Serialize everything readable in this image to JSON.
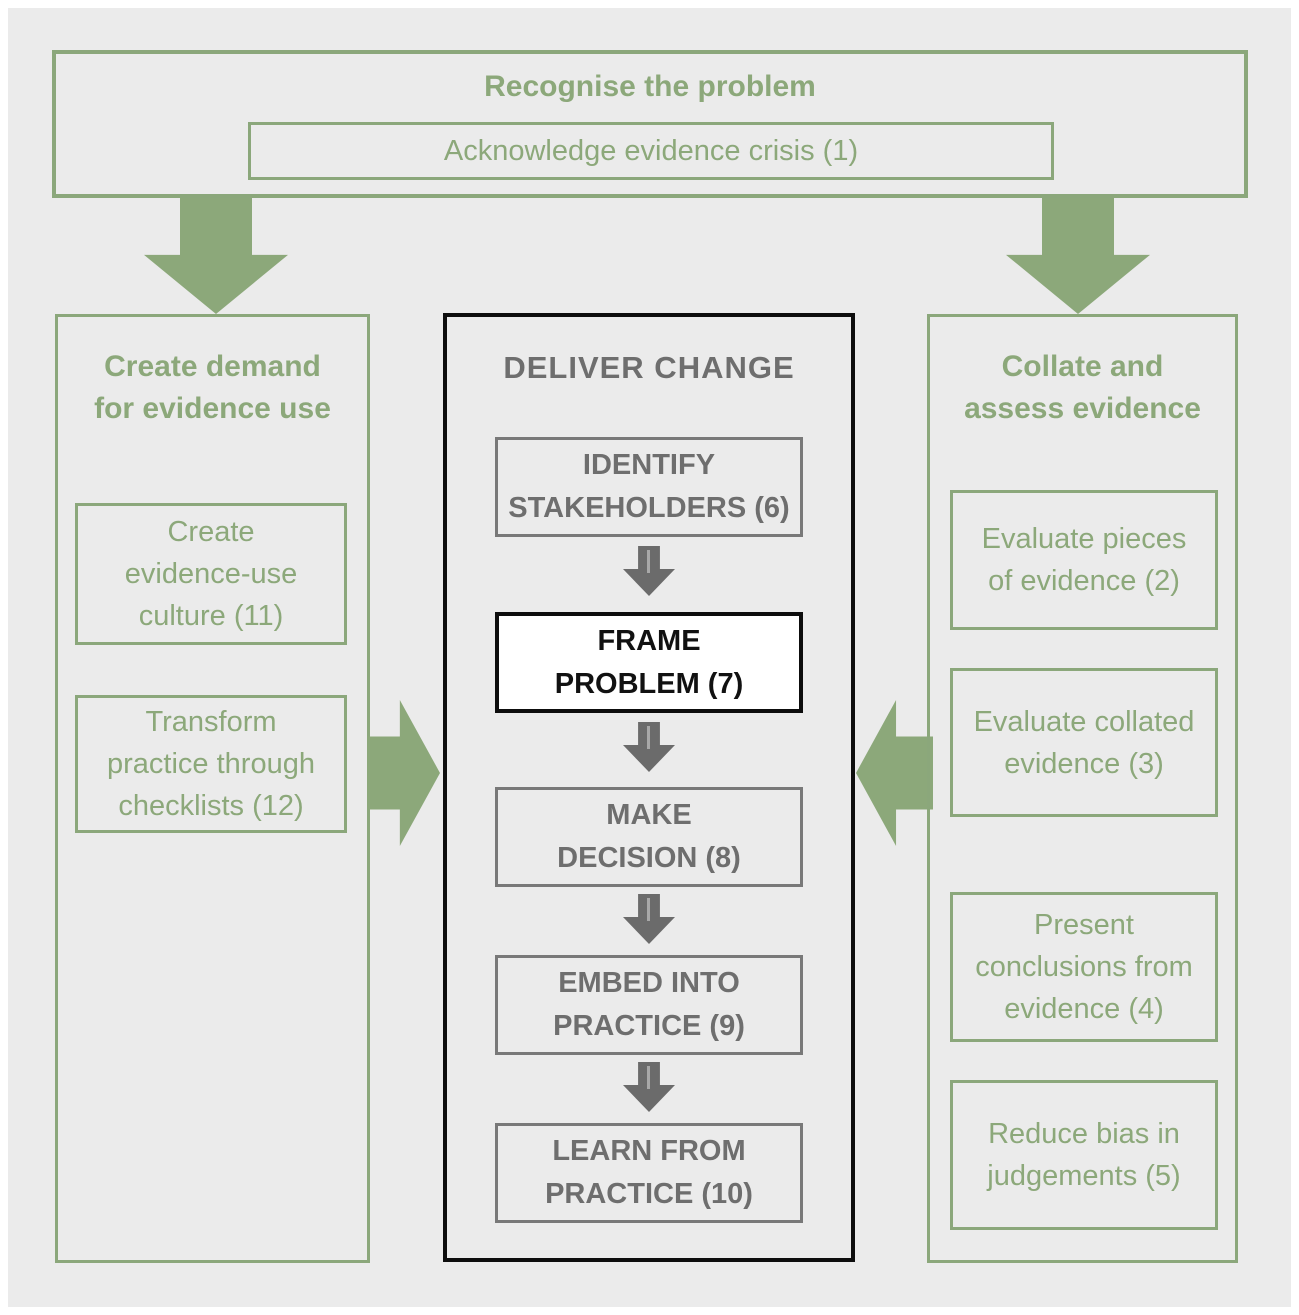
{
  "palette": {
    "green": "#8CA87A",
    "gray": "#6E6E6E",
    "black": "#0D0D0D",
    "background": "#EBEBEB",
    "highlight_background": "#FFFFFF"
  },
  "top_section": {
    "title": "Recognise the problem",
    "box": "Acknowledge evidence crisis (1)"
  },
  "left_column": {
    "title": "Create demand\nfor evidence use",
    "boxes": [
      "Create\nevidence-use\nculture (11)",
      "Transform\npractice through\nchecklists (12)"
    ]
  },
  "center_column": {
    "title": "DELIVER CHANGE",
    "boxes": [
      "IDENTIFY\nSTAKEHOLDERS (6)",
      "FRAME\nPROBLEM (7)",
      "MAKE\nDECISION (8)",
      "EMBED INTO\nPRACTICE (9)",
      "LEARN FROM\nPRACTICE (10)"
    ],
    "highlighted_box": "FRAME PROBLEM (7)"
  },
  "right_column": {
    "title": "Collate and\nassess evidence",
    "boxes": [
      "Evaluate pieces\nof evidence (2)",
      "Evaluate collated\nevidence (3)",
      "Present\nconclusions from\nevidence (4)",
      "Reduce bias in\njudgements (5)"
    ]
  }
}
